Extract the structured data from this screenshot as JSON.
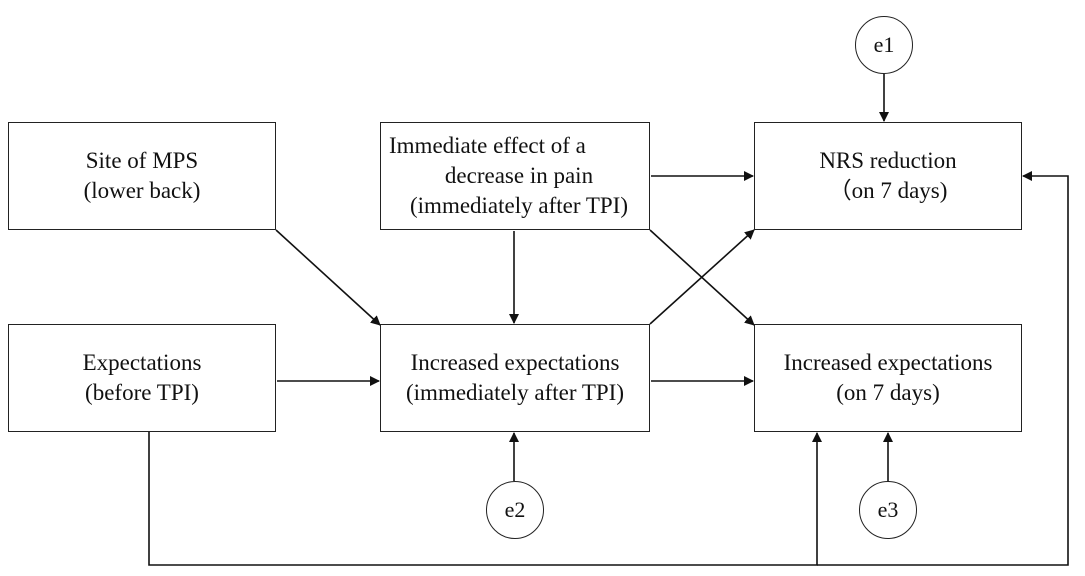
{
  "boxes": {
    "site": {
      "line1": "Site of MPS",
      "line2": "(lower back)"
    },
    "immediate": {
      "line1": "Immediate  effect of a",
      "line2": "decrease in pain",
      "line3": "(immediately  after TPI)"
    },
    "nrs": {
      "line1": "NRS reduction",
      "line2": "（on 7 days)"
    },
    "expectations": {
      "line1": "Expectations",
      "line2": "(before TPI)"
    },
    "increased_immediate": {
      "line1": "Increased expectations",
      "line2": "(immediately  after TPI)"
    },
    "increased_7days": {
      "line1": "Increased expectations",
      "line2": "(on 7 days)"
    }
  },
  "errors": {
    "e1": "e1",
    "e2": "e2",
    "e3": "e3"
  }
}
